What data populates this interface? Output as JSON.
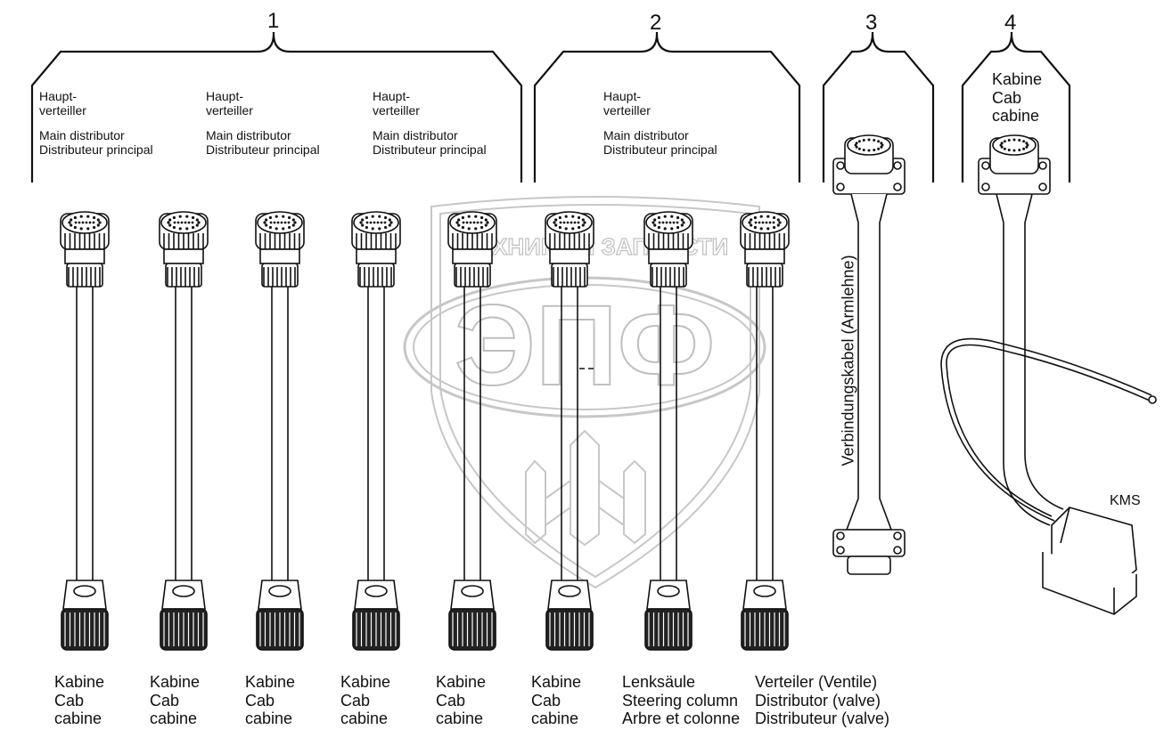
{
  "groups": [
    {
      "number": "1"
    },
    {
      "number": "2"
    },
    {
      "number": "3"
    },
    {
      "number": "4"
    }
  ],
  "header_labels": [
    {
      "line1": "Haupt-",
      "line2": "verteiller",
      "line3": "Main distributor",
      "line4": "Distributeur principal"
    },
    {
      "line1": "Haupt-",
      "line2": "verteiller",
      "line3": "Main distributor",
      "line4": "Distributeur principal"
    },
    {
      "line1": "Haupt-",
      "line2": "verteiller",
      "line3": "Main distributor",
      "line4": "Distributeur principal"
    },
    {
      "line1": "Haupt-",
      "line2": "verteiller",
      "line3": "Main distributor",
      "line4": "Distributeur principal"
    }
  ],
  "bottom_labels": [
    {
      "line1": "Kabine",
      "line2": "Cab",
      "line3": "cabine"
    },
    {
      "line1": "Kabine",
      "line2": "Cab",
      "line3": "cabine"
    },
    {
      "line1": "Kabine",
      "line2": "Cab",
      "line3": "cabine"
    },
    {
      "line1": "Kabine",
      "line2": "Cab",
      "line3": "cabine"
    },
    {
      "line1": "Kabine",
      "line2": "Cab",
      "line3": "cabine"
    },
    {
      "line1": "Kabine",
      "line2": "Cab",
      "line3": "cabine"
    },
    {
      "line1": "Lenksäule",
      "line2": "Steering column",
      "line3": "Arbre et colonne"
    },
    {
      "line1": "Verteiler (Ventile)",
      "line2": "Distributor (valve)",
      "line3": "Distributeur (valve)"
    }
  ],
  "group3_vertical_label": "Verbindungskabel (Armlehne)",
  "group4_top_label": {
    "line1": "Kabine",
    "line2": "Cab",
    "line3": "cabine"
  },
  "kms_label": "KMS",
  "watermark": {
    "logo_text": "ЭПФ",
    "arc_text": "ТЕХНИКА И ЗАПЧАСТИ"
  },
  "colors": {
    "line": "#111111",
    "watermark": "#b5b5b5"
  }
}
